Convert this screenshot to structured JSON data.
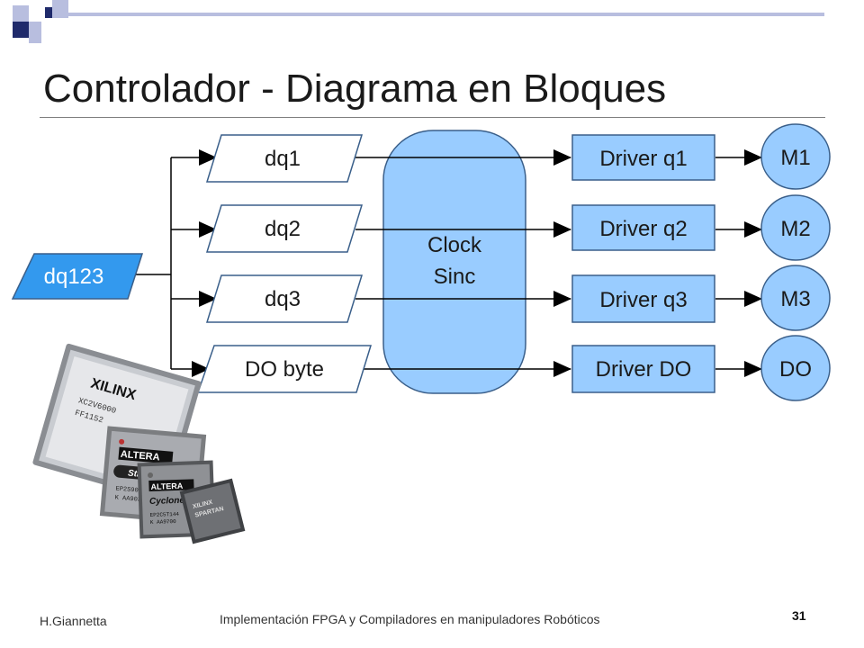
{
  "slide": {
    "title": "Controlador - Diagrama en Bloques",
    "footer_author": "H.Giannetta",
    "footer_title": "Implementación FPGA y Compiladores en manipuladores Robóticos",
    "page_number": "31"
  },
  "diagram": {
    "input": "dq123",
    "data_blocks": [
      "dq1",
      "dq2",
      "dq3",
      "DO byte"
    ],
    "clock_block": [
      "Clock",
      "Sinc"
    ],
    "drivers": [
      "Driver q1",
      "Driver q2",
      "Driver q3",
      "Driver DO"
    ],
    "outputs": [
      "M1",
      "M2",
      "M3",
      "DO"
    ]
  },
  "chips": {
    "chip1_text": [
      "XILINX",
      "XC2V6000",
      "FF1152"
    ],
    "chip2_text": [
      "ALTERA",
      "Stratix",
      "EP2S90",
      "K AA9030"
    ],
    "chip3_text": [
      "ALTERA",
      "Cyclone",
      "EP2C5T144",
      "K AA9700"
    ],
    "chip4_text": [
      "XILINX",
      "SPARTAN"
    ]
  },
  "colors": {
    "block_fill": "#99ccff",
    "input_fill": "#3399ee",
    "stroke": "#3a5f8a",
    "corner_navy": "#1f2a6b",
    "corner_light": "#b8bedf"
  }
}
